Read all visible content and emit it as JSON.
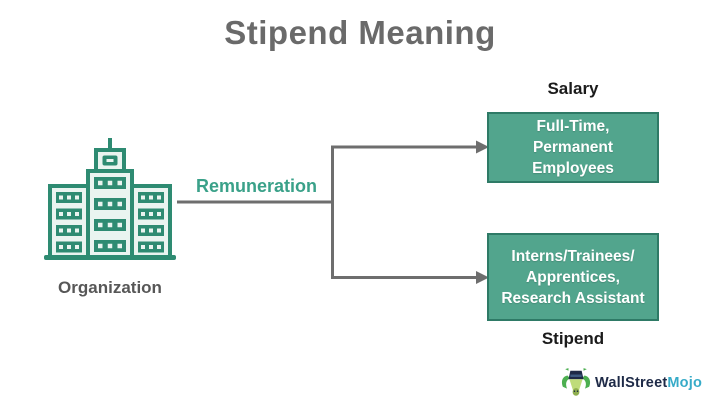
{
  "title": "Stipend Meaning",
  "organization": {
    "label": "Organization",
    "icon": "building-icon"
  },
  "remuneration_label": "Remuneration",
  "branches": [
    {
      "label": "Salary",
      "label_position": "above",
      "box_lines": [
        "Full-Time,",
        "Permanent",
        "Employees"
      ]
    },
    {
      "label": "Stipend",
      "label_position": "below",
      "box_lines": [
        "Interns/Trainees/",
        "Apprentices,",
        "Research Assistant"
      ]
    }
  ],
  "logo": {
    "brand_primary": "WallStreet",
    "brand_secondary": "Mojo",
    "icon": "wallstreetmojo-mascot-icon"
  },
  "colors": {
    "bg": "#ffffff",
    "title-gray": "#6a6a6a",
    "label-dark": "#1b1b1b",
    "org-gray": "#575757",
    "accent-teal": "#3aa189",
    "box-fill": "#52a58d",
    "box-border": "#2e7a66",
    "building-stroke": "#2e8b72",
    "building-light": "#eaf4f0",
    "line-gray": "#6e6e6e",
    "logo-navy": "#1e2a47",
    "logo-cyan": "#36abc8",
    "mascot-green": "#4caf50",
    "mascot-face": "#bfdc7a"
  }
}
